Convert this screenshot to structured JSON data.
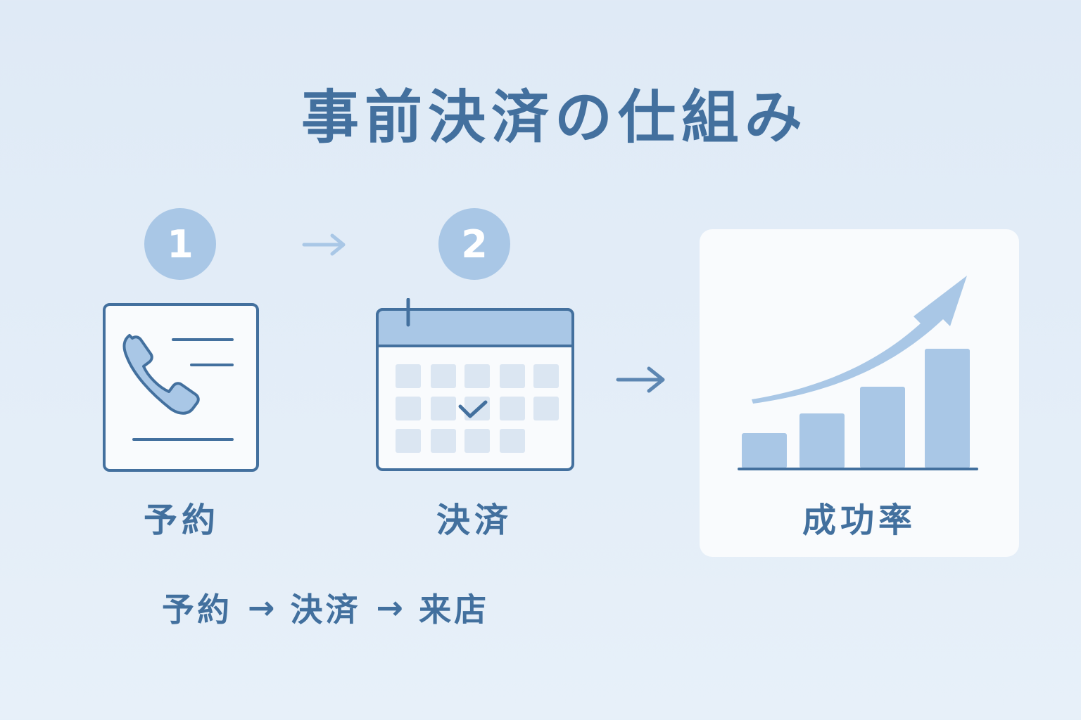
{
  "title": "事前決済の仕組み",
  "steps": [
    {
      "number": "1",
      "label": "予約",
      "icon": "phone-document-icon"
    },
    {
      "number": "2",
      "label": "決済",
      "icon": "calendar-check-icon"
    }
  ],
  "result": {
    "label": "成功率",
    "icon": "growth-bar-chart-icon"
  },
  "flow": {
    "items": [
      "予約",
      "決済",
      "来店"
    ],
    "arrow": "→"
  },
  "colors": {
    "background": "#e3edf8",
    "primary": "#43709e",
    "accent_light": "#a9c7e6",
    "card": "#f9fbfd",
    "calendar_cell": "#dbe6f2"
  }
}
